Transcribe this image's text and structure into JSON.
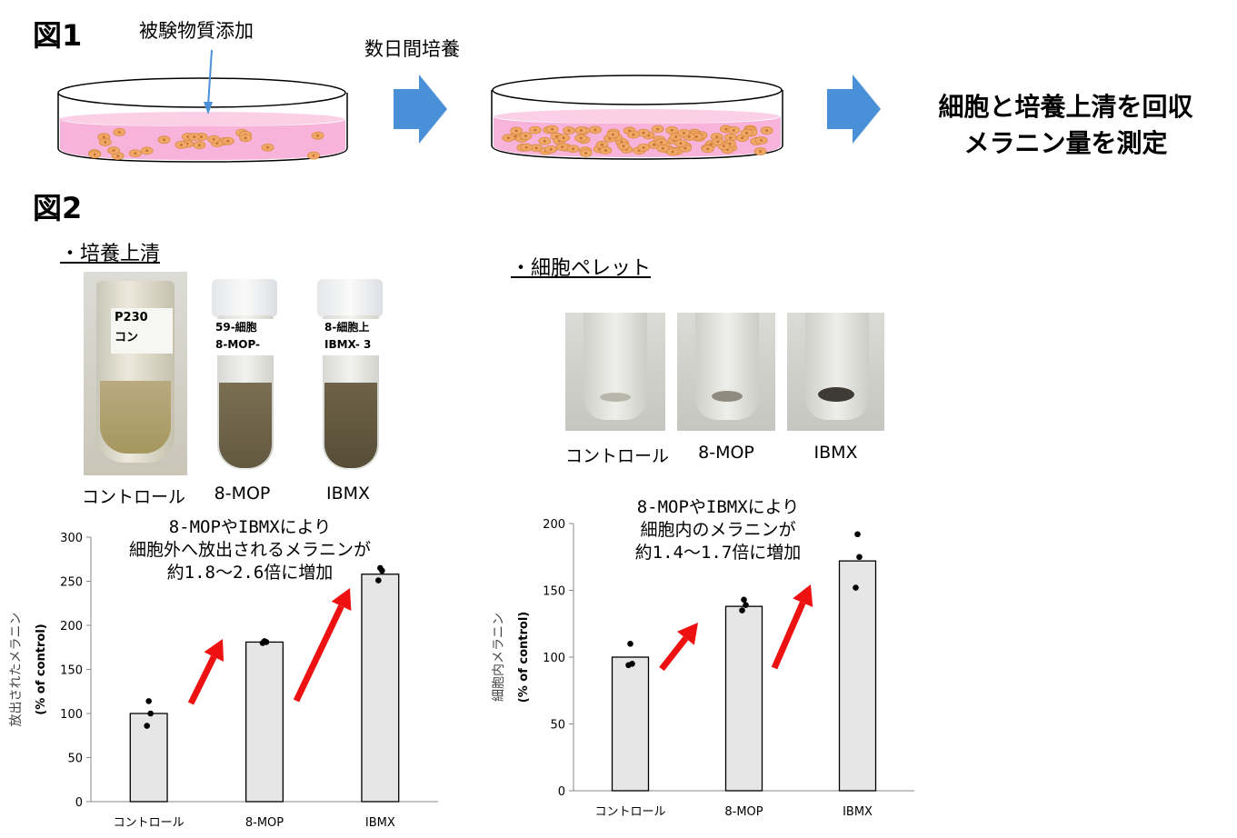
{
  "fig1": {
    "label": "図1",
    "add_label": "被験物質添加",
    "incubate_label": "数日間培養",
    "result_line1": "細胞と培養上清を回収",
    "result_line2": "メラニン量を測定"
  },
  "fig2": {
    "label": "図2",
    "supernatant": {
      "section_title": "・培養上清",
      "photo_labels": [
        "コントロール",
        "8-MOP",
        "IBMX"
      ],
      "tube_labels": [
        {
          "line1": "P230",
          "line2": "コン"
        },
        {
          "line1": "59-細胞",
          "line2": "8-MOP-"
        },
        {
          "line1": "8-細胞上",
          "line2": "IBMX- 3"
        }
      ],
      "annotation": [
        "8-MOPやIBMXにより",
        "細胞外へ放出されるメラニンが",
        "約1.8～2.6倍に増加"
      ]
    },
    "pellet": {
      "section_title": "・細胞ペレット",
      "photo_labels": [
        "コントロール",
        "8-MOP",
        "IBMX"
      ],
      "annotation": [
        "8-MOPやIBMXにより",
        "細胞内のメラニンが",
        "約1.4～1.7倍に増加"
      ]
    }
  },
  "chart_data": [
    {
      "type": "bar",
      "categories": [
        "コントロール",
        "8-MOP",
        "IBMX"
      ],
      "values": [
        100,
        181,
        258
      ],
      "points": [
        [
          114,
          100,
          86
        ],
        [
          182,
          181,
          180
        ],
        [
          265,
          262,
          251
        ]
      ],
      "ylabel_line1": "放出されたメラニン",
      "ylabel_line2": "(% of control)",
      "ylim": [
        0,
        300
      ],
      "yticks": [
        0,
        50,
        100,
        150,
        200,
        250,
        300
      ],
      "bar_color": "#e6e6e6"
    },
    {
      "type": "bar",
      "categories": [
        "コントロール",
        "8-MOP",
        "IBMX"
      ],
      "values": [
        100,
        138,
        172
      ],
      "points": [
        [
          110,
          95,
          94
        ],
        [
          143,
          139,
          135
        ],
        [
          192,
          175,
          152
        ]
      ],
      "ylabel_line1": "細胞内メラニン",
      "ylabel_line2": "(% of control)",
      "ylim": [
        0,
        200
      ],
      "yticks": [
        0,
        50,
        100,
        150,
        200
      ],
      "bar_color": "#e6e6e6"
    }
  ],
  "colors": {
    "medium_pink": "#f7b3d9",
    "cell_orange": "#f0a868",
    "flow_arrow_blue": "#4a90d9",
    "increase_arrow_red": "#ee1111"
  }
}
